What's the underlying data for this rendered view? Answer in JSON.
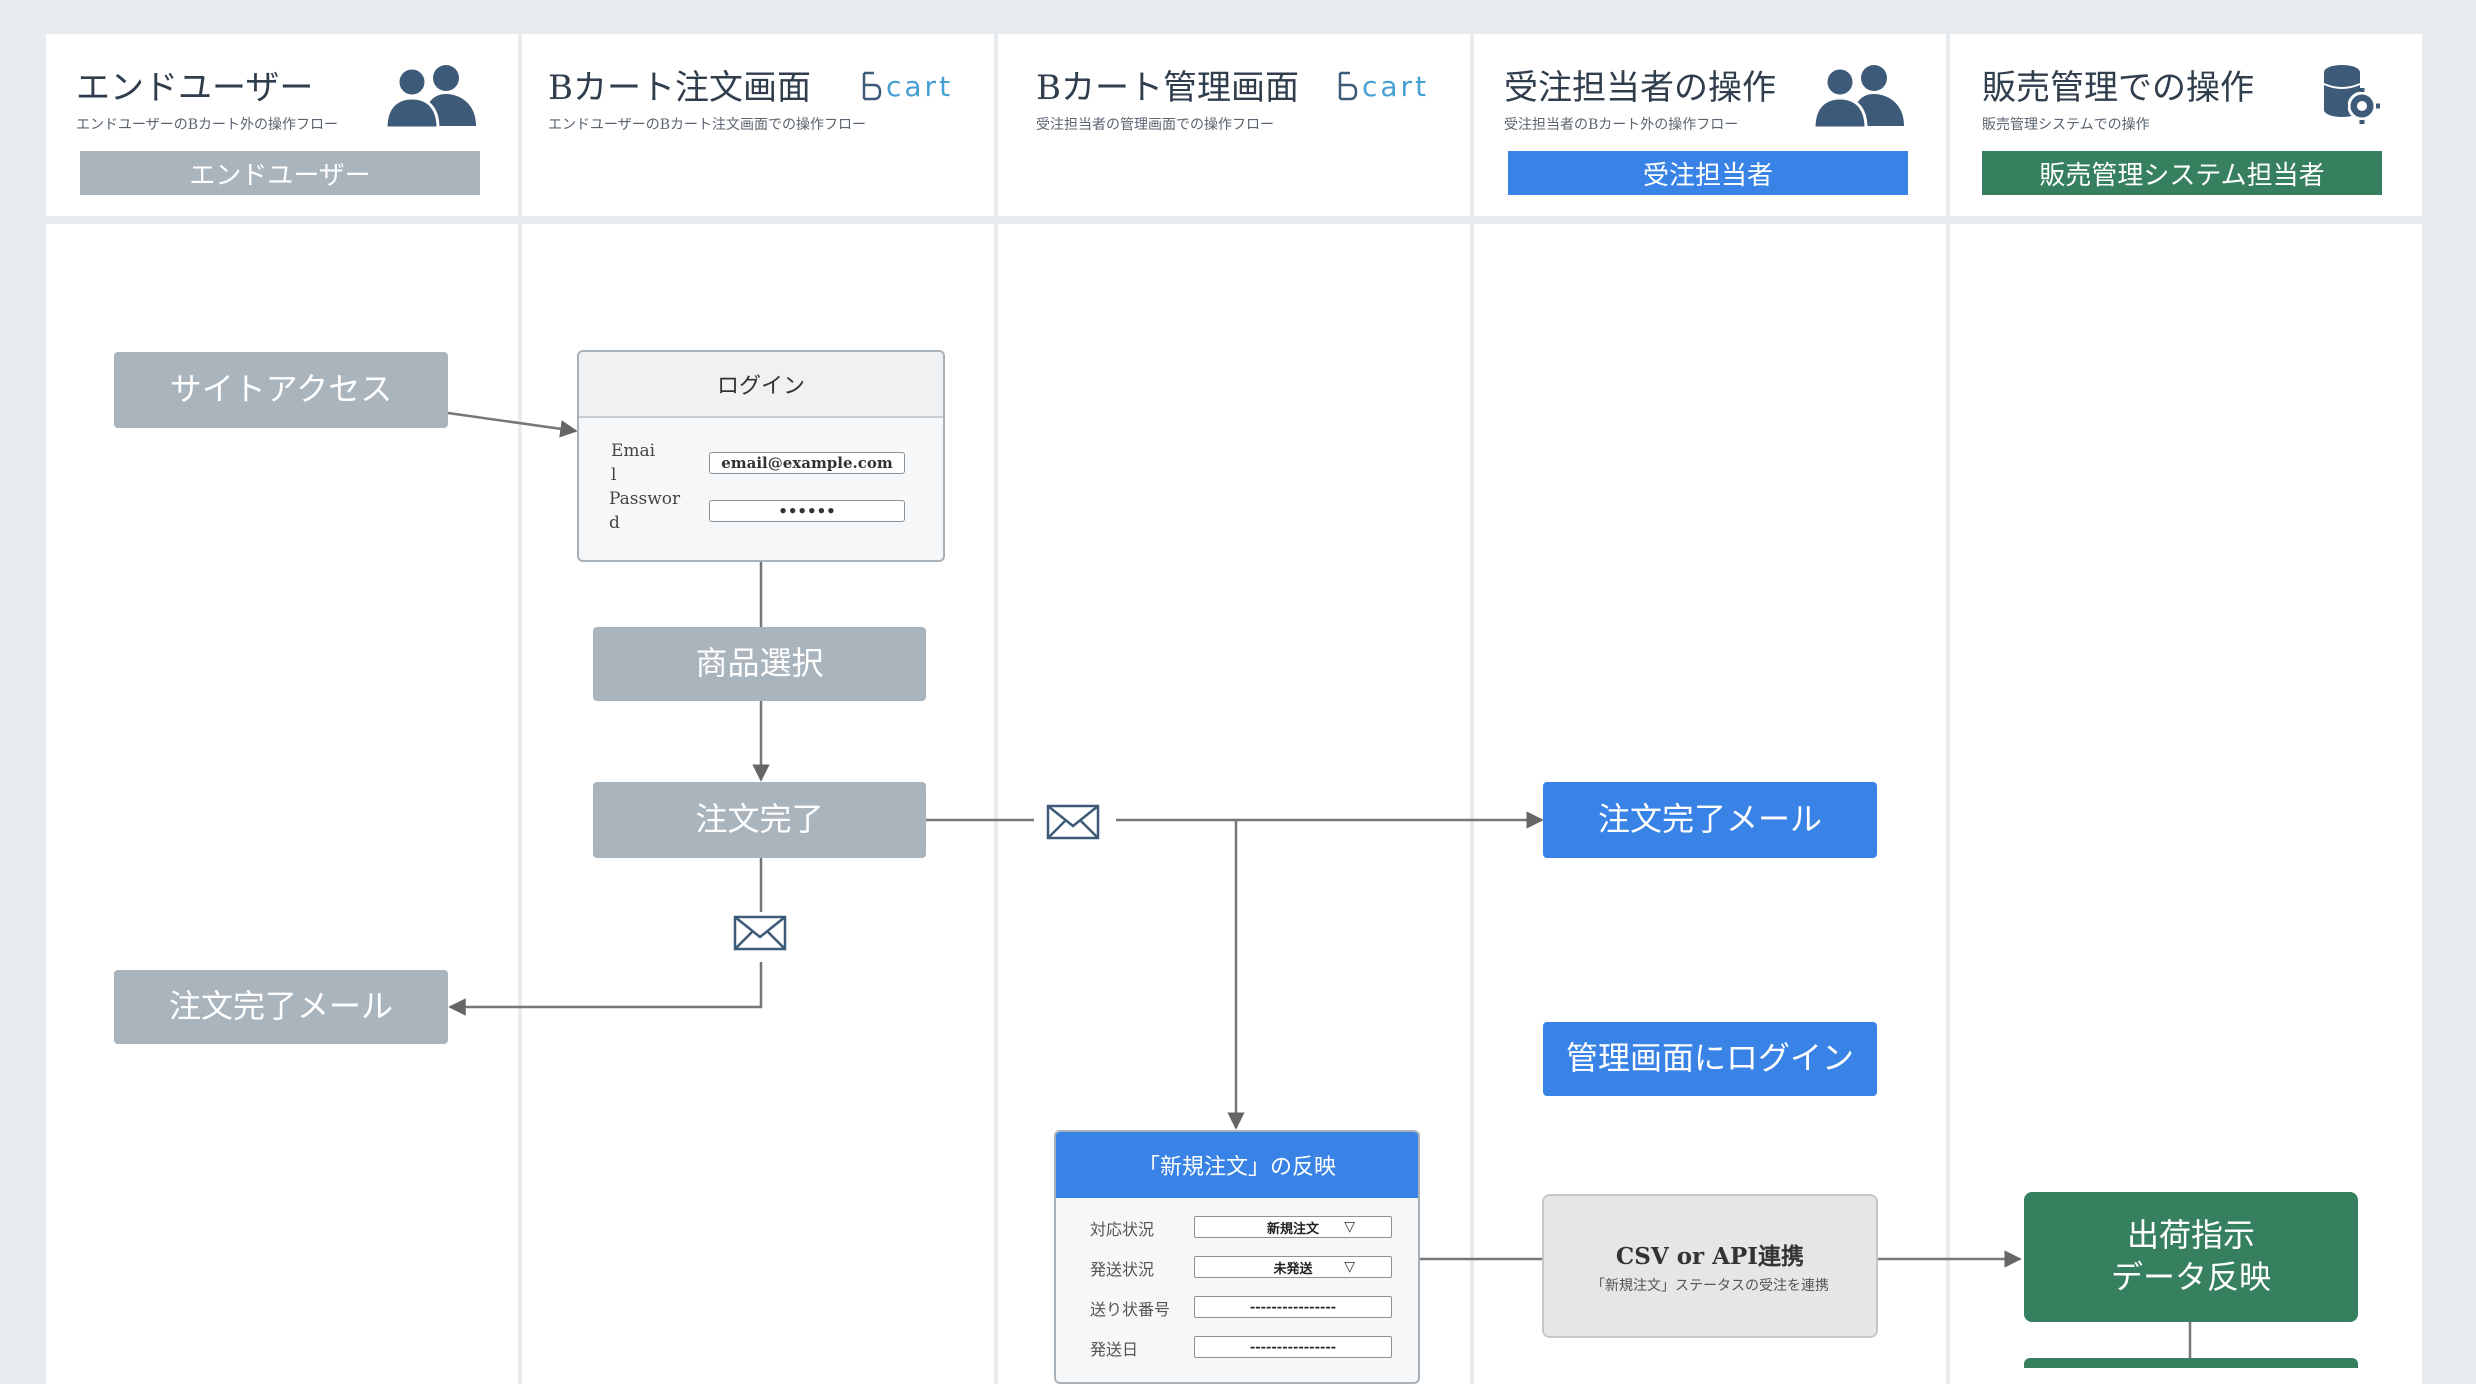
{
  "lanes": [
    {
      "title": "エンドユーザー",
      "subtitle": "エンドユーザーのBカート外の操作フロー",
      "badge": "エンドユーザー",
      "badge_color": "#a9b4bd",
      "icon": "users-icon"
    },
    {
      "title": "Bカート注文画面",
      "subtitle": "エンドユーザーのBカート注文画面での操作フロー",
      "logo": "cart"
    },
    {
      "title": "Bカート管理画面",
      "subtitle": "受注担当者の管理画面での操作フロー",
      "logo": "cart"
    },
    {
      "title": "受注担当者の操作",
      "subtitle": "受注担当者のBカート外の操作フロー",
      "badge": "受注担当者",
      "badge_color": "#3a83e6",
      "icon": "users-icon"
    },
    {
      "title": "販売管理での操作",
      "subtitle": "販売管理システムでの操作",
      "badge": "販売管理システム担当者",
      "badge_color": "#37805f",
      "icon": "database-gear-icon"
    }
  ],
  "nodes": {
    "site_access": "サイトアクセス",
    "product_select": "商品選択",
    "order_complete": "注文完了",
    "order_mail_user": "注文完了メール",
    "order_mail_staff": "注文完了メール",
    "admin_login": "管理画面にログイン",
    "csv_title": "CSV or API連携",
    "csv_sub": "「新規注文」ステータスの受注を連携",
    "shipping_line1": "出荷指示",
    "shipping_line2": "データ反映"
  },
  "login_form": {
    "title": "ログイン",
    "email_label_1": "Emai",
    "email_label_2": "l",
    "password_label_1": "Passwor",
    "password_label_2": "d",
    "email_value": "email@example.com",
    "password_value": "••••••"
  },
  "status_panel": {
    "title": "「新規注文」の反映",
    "rows": [
      {
        "label": "対応状況",
        "value": "新規注文",
        "dropdown": true
      },
      {
        "label": "発送状況",
        "value": "未発送",
        "dropdown": true
      },
      {
        "label": "送り状番号",
        "value": "----------------",
        "dropdown": false
      },
      {
        "label": "発送日",
        "value": "----------------",
        "dropdown": false
      }
    ],
    "dropdown_glyph": "▽"
  },
  "colors": {
    "gray": "#a9b4bd",
    "blue": "#3a83e6",
    "green": "#37805f",
    "icon": "#3d5a78",
    "logo": "#47a0d4"
  }
}
